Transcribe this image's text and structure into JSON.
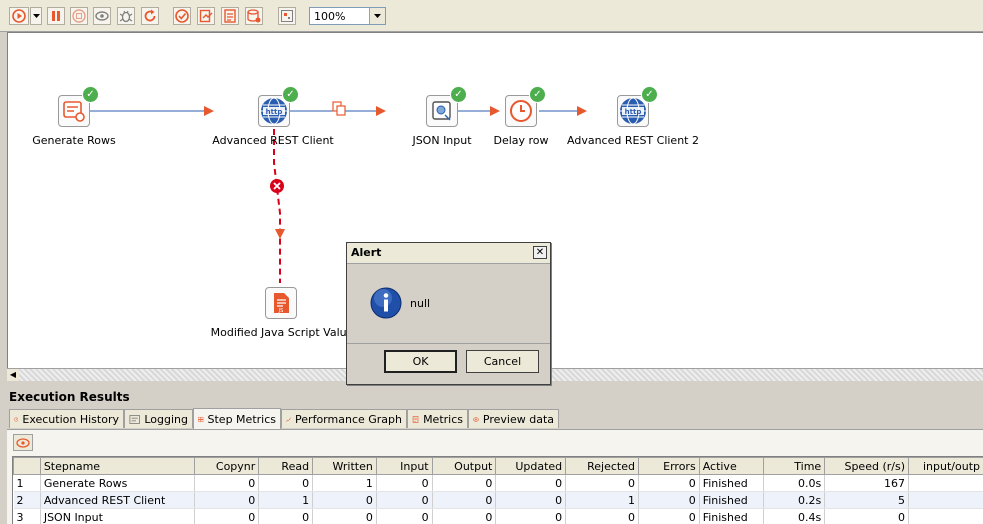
{
  "toolbar": {
    "buttons": [
      "run-icon",
      "run-options-icon",
      "pause-icon",
      "stop-icon",
      "preview-icon",
      "debug-icon",
      "replay-icon",
      "verify-icon",
      "impact-icon",
      "sql-icon",
      "explore-db-icon",
      "show-results-icon"
    ],
    "zoom": "100%"
  },
  "canvas": {
    "steps": [
      {
        "label": "Generate Rows",
        "status": "ok"
      },
      {
        "label": "Advanced REST Client",
        "status": "ok"
      },
      {
        "label": "JSON Input",
        "status": "ok"
      },
      {
        "label": "Delay row",
        "status": "ok"
      },
      {
        "label": "Advanced REST Client 2",
        "status": "ok"
      },
      {
        "label": "Modified Java Script Value",
        "status": "none"
      }
    ],
    "colors": {
      "hop": "#e8582f",
      "error_hop": "#d9001b",
      "check": "#4cae4c",
      "rest_blue": "#2a5db0"
    }
  },
  "dialog": {
    "title": "Alert",
    "message": "null",
    "ok_label": "OK",
    "cancel_label": "Cancel"
  },
  "results": {
    "title": "Execution Results",
    "tabs": [
      {
        "label": "Execution History",
        "icon": "history-icon"
      },
      {
        "label": "Logging",
        "icon": "logging-icon"
      },
      {
        "label": "Step Metrics",
        "icon": "step-metrics-icon",
        "active": true
      },
      {
        "label": "Performance Graph",
        "icon": "performance-graph-icon"
      },
      {
        "label": "Metrics",
        "icon": "metrics-icon"
      },
      {
        "label": "Preview data",
        "icon": "preview-data-icon"
      }
    ],
    "columns": [
      "",
      "Stepname",
      "Copynr",
      "Read",
      "Written",
      "Input",
      "Output",
      "Updated",
      "Rejected",
      "Errors",
      "Active",
      "Time",
      "Speed (r/s)",
      "input/outp"
    ],
    "rows": [
      [
        "1",
        "Generate Rows",
        "0",
        "0",
        "1",
        "0",
        "0",
        "0",
        "0",
        "0",
        "Finished",
        "0.0s",
        "167",
        ""
      ],
      [
        "2",
        "Advanced REST Client",
        "0",
        "1",
        "0",
        "0",
        "0",
        "0",
        "1",
        "0",
        "Finished",
        "0.2s",
        "5",
        ""
      ],
      [
        "3",
        "JSON Input",
        "0",
        "0",
        "0",
        "0",
        "0",
        "0",
        "0",
        "0",
        "Finished",
        "0.4s",
        "0",
        ""
      ]
    ]
  }
}
